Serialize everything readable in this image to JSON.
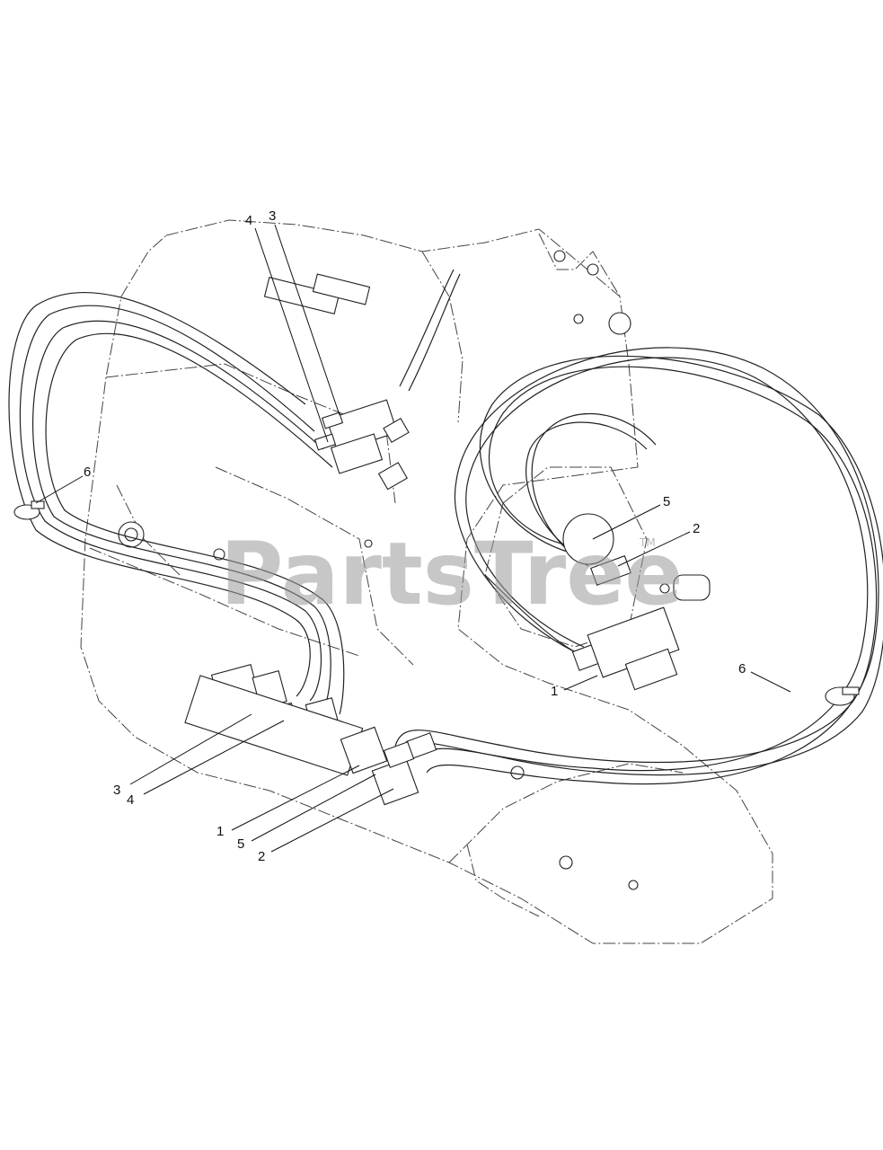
{
  "watermark": {
    "text": "PartsTree",
    "trademark": "TM"
  },
  "callouts": {
    "top_left_4": "4",
    "top_left_3": "3",
    "left_6": "6",
    "right_5": "5",
    "right_2": "2",
    "right_1": "1",
    "far_right_6": "6",
    "bottom_3": "3",
    "bottom_4": "4",
    "bottom_1": "1",
    "bottom_5": "5",
    "bottom_2": "2"
  }
}
